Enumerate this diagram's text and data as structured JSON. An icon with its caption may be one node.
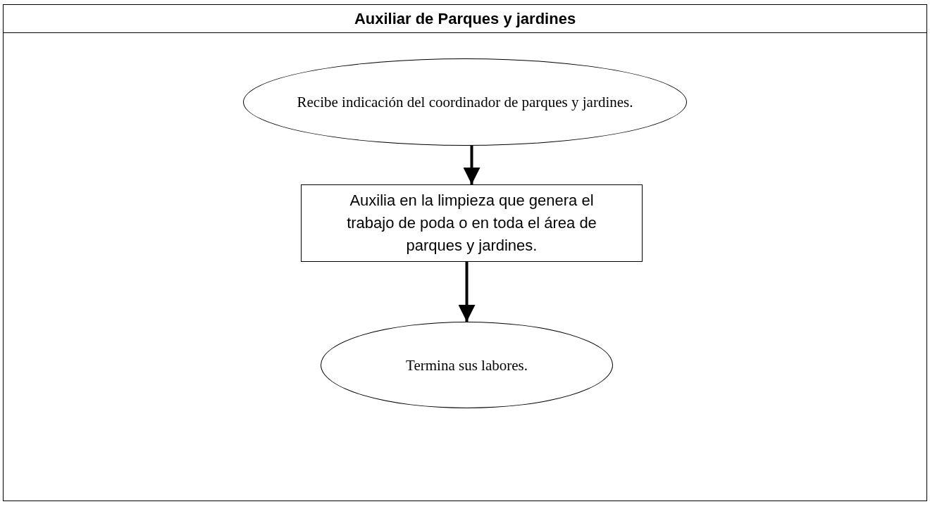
{
  "diagram": {
    "title": "Auxiliar de Parques y jardines",
    "nodes": [
      {
        "text": [
          "Recibe indicación del coordinador de parques y jardines."
        ]
      },
      {
        "text": [
          "Auxilia en la limpieza que genera el trabajo de poda o en toda el área de parques y jardines."
        ]
      },
      {
        "text": [
          "Termina sus labores."
        ]
      }
    ],
    "edges": [
      {
        "from": 0,
        "to": 1,
        "arrow": "to"
      },
      {
        "from": 1,
        "to": 2,
        "arrow": "to"
      }
    ]
  }
}
